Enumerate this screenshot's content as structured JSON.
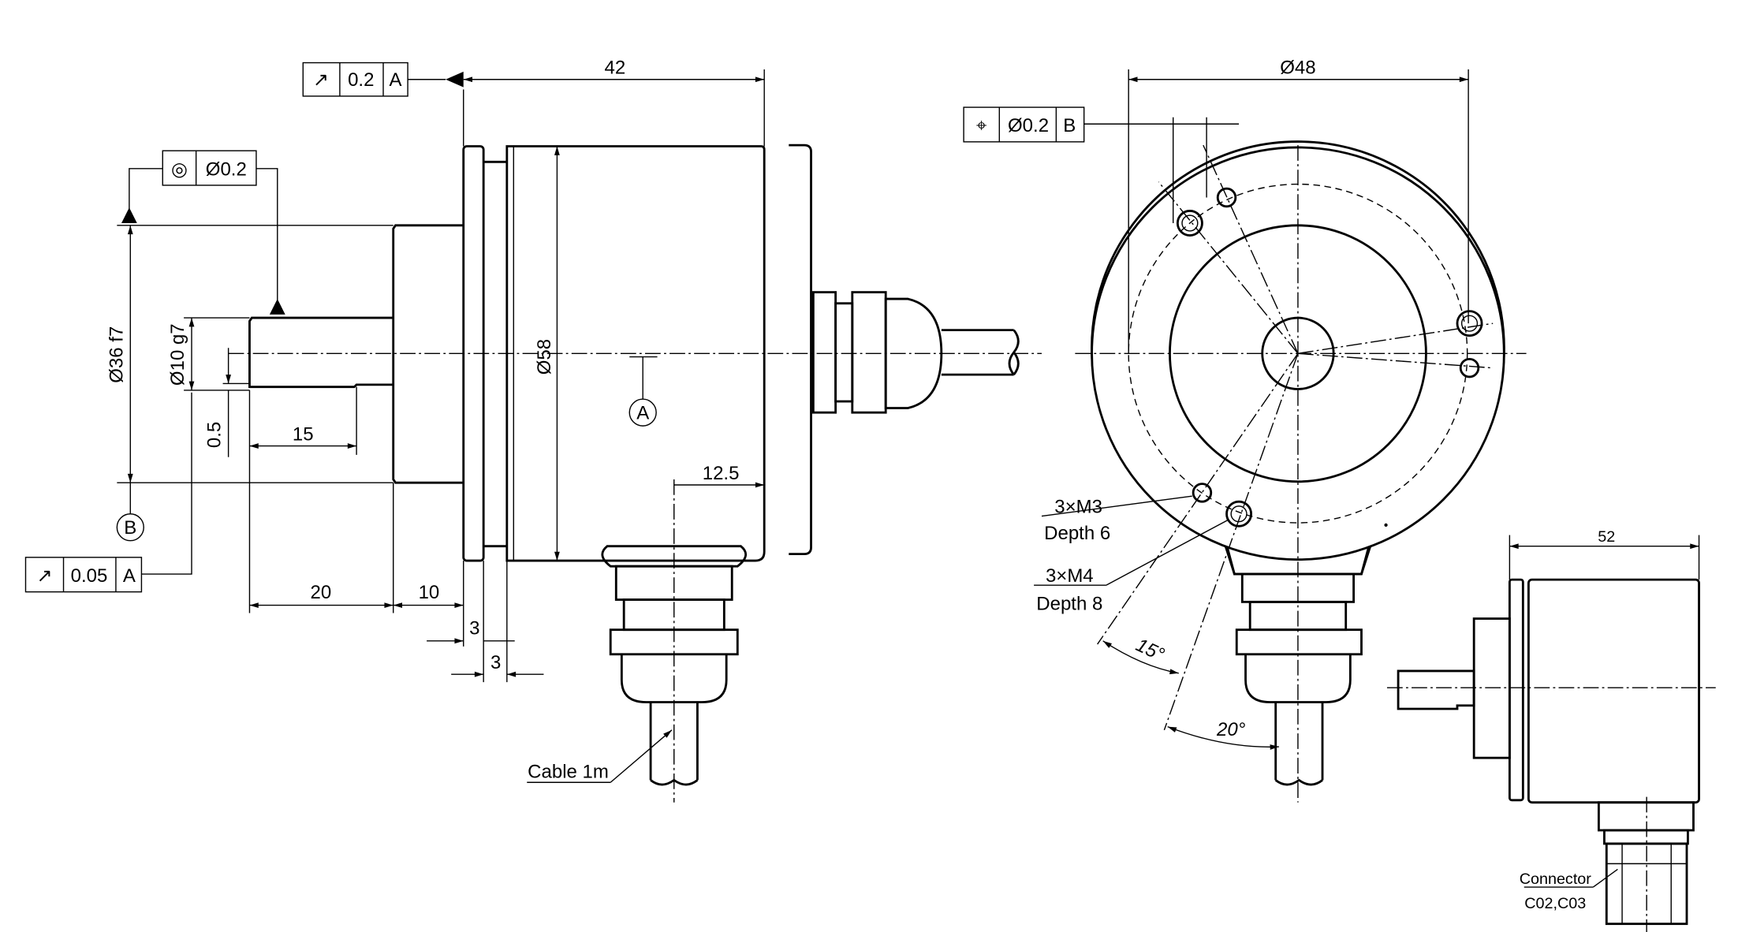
{
  "side_view": {
    "dim_length": "42",
    "dim_body_dia": "Ø58",
    "dim_gland_offset": "12.5",
    "dim_shaft_len": "20",
    "dim_hub_len": "10",
    "dim_flange": "3",
    "dim_groove": "3",
    "dim_flat_len": "15",
    "dim_hub_dia": "Ø36 f7",
    "dim_shaft_dia": "Ø10 g7",
    "dim_flat_depth": "0.5",
    "datum_a": "A",
    "datum_b": "B",
    "cable_label": "Cable 1m",
    "tol_runout_face": {
      "symbol": "↗",
      "value": "0.2",
      "datum": "A"
    },
    "tol_concentricity": {
      "symbol": "◎",
      "value": "Ø0.2"
    },
    "tol_runout_shaft": {
      "symbol": "↗",
      "value": "0.05",
      "datum": "A"
    }
  },
  "front_view": {
    "dim_bolt_circle": "Ø48",
    "tol_position": {
      "symbol": "⌖",
      "value": "Ø0.2",
      "datum": "B"
    },
    "holes_m3": "3×M3",
    "holes_m3_depth": "Depth 6",
    "holes_m4": "3×M4",
    "holes_m4_depth": "Depth 8",
    "angle_15": "15°",
    "angle_20": "20°"
  },
  "connector_view": {
    "dim_length": "52",
    "connector_label": "Connector",
    "connector_codes": "C02,C03"
  }
}
